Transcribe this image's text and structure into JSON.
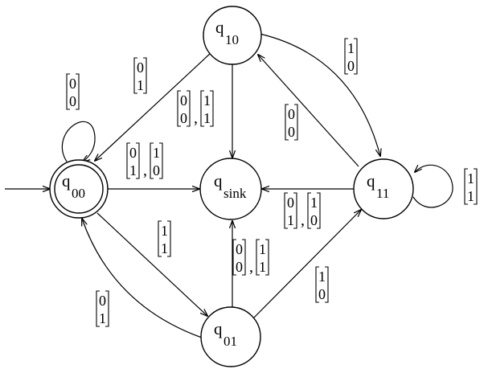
{
  "states": [
    {
      "id": "q00",
      "symbol": "q",
      "subscript": "00",
      "accepting": true,
      "initial": true
    },
    {
      "id": "q10",
      "symbol": "q",
      "subscript": "10",
      "accepting": false,
      "initial": false
    },
    {
      "id": "qsink",
      "symbol": "q",
      "subscript": "sink",
      "accepting": false,
      "initial": false
    },
    {
      "id": "q11",
      "symbol": "q",
      "subscript": "11",
      "accepting": false,
      "initial": false
    },
    {
      "id": "q01",
      "symbol": "q",
      "subscript": "01",
      "accepting": false,
      "initial": false
    }
  ],
  "transitions": [
    {
      "id": "t00-self",
      "from": "q00",
      "to": "q00",
      "inputs": [
        [
          "0",
          "0"
        ]
      ]
    },
    {
      "id": "t10-00",
      "from": "q10",
      "to": "q00",
      "inputs": [
        [
          "0",
          "1"
        ]
      ]
    },
    {
      "id": "t10-sink",
      "from": "q10",
      "to": "qsink",
      "inputs": [
        [
          "0",
          "0"
        ],
        [
          "1",
          "1"
        ]
      ]
    },
    {
      "id": "t10-11",
      "from": "q10",
      "to": "q11",
      "inputs": [
        [
          "1",
          "0"
        ]
      ]
    },
    {
      "id": "t11-10",
      "from": "q11",
      "to": "q10",
      "inputs": [
        [
          "0",
          "0"
        ]
      ]
    },
    {
      "id": "t11-self",
      "from": "q11",
      "to": "q11",
      "inputs": [
        [
          "1",
          "1"
        ]
      ]
    },
    {
      "id": "t00-sink",
      "from": "q00",
      "to": "qsink",
      "inputs": [
        [
          "0",
          "1"
        ],
        [
          "1",
          "0"
        ]
      ]
    },
    {
      "id": "t11-sink",
      "from": "q11",
      "to": "qsink",
      "inputs": [
        [
          "0",
          "1"
        ],
        [
          "1",
          "0"
        ]
      ]
    },
    {
      "id": "t00-01",
      "from": "q00",
      "to": "q01",
      "inputs": [
        [
          "1",
          "1"
        ]
      ]
    },
    {
      "id": "t01-00",
      "from": "q01",
      "to": "q00",
      "inputs": [
        [
          "0",
          "1"
        ]
      ]
    },
    {
      "id": "t01-sink",
      "from": "q01",
      "to": "qsink",
      "inputs": [
        [
          "0",
          "0"
        ],
        [
          "1",
          "1"
        ]
      ]
    },
    {
      "id": "t01-11",
      "from": "q01",
      "to": "q11",
      "inputs": [
        [
          "1",
          "0"
        ]
      ]
    }
  ],
  "colors": {
    "stroke": "#000000",
    "background": "#ffffff"
  }
}
